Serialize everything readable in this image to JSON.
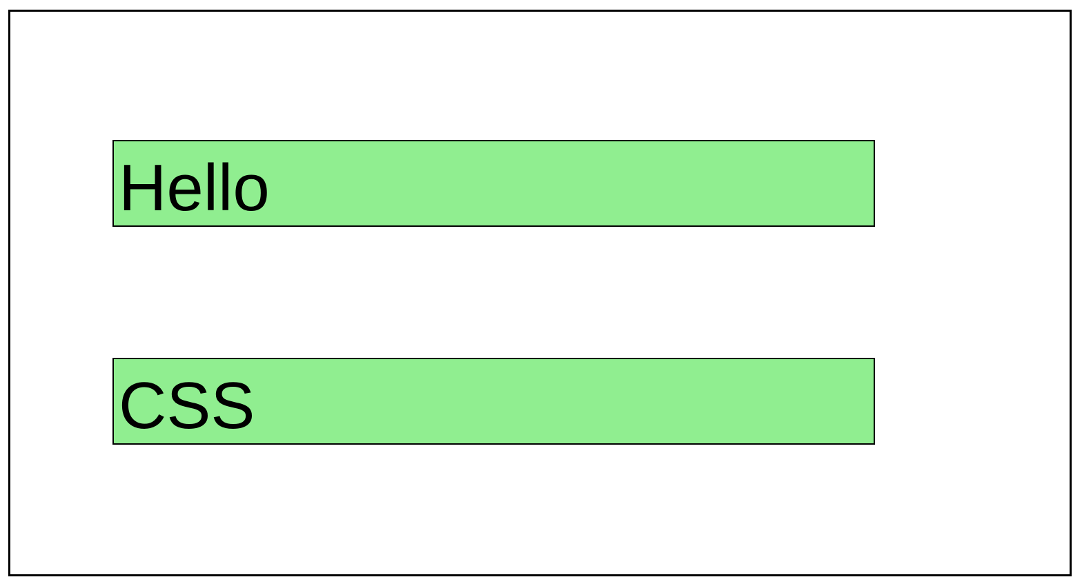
{
  "page": {
    "background": "#FFFFFF",
    "frame_border_color": "#000000"
  },
  "boxes": [
    {
      "id": "hello",
      "label": "Hello",
      "background": "#90EE90",
      "border_color": "#000000",
      "text_color": "#000000"
    },
    {
      "id": "css",
      "label": "CSS",
      "background": "#90EE90",
      "border_color": "#000000",
      "text_color": "#000000"
    }
  ]
}
